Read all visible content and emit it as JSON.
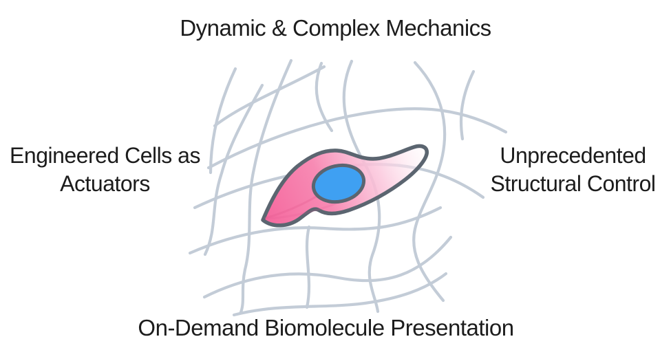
{
  "diagram": {
    "title_top": "Dynamic & Complex Mechanics",
    "label_left": {
      "line1": "Engineered Cells as",
      "line2": "Actuators"
    },
    "label_right": {
      "line1": "Unprecedented",
      "line2": "Structural Control"
    },
    "label_bottom": "On-Demand Biomolecule Presentation",
    "center_illustration": "pink fibroblast cell with blue nucleus embedded in a wavy extracellular-matrix fiber mesh"
  },
  "icons": {
    "mesh": "ecm-fiber-mesh-icon",
    "cell": "fibroblast-cell-icon",
    "nucleus": "cell-nucleus-icon"
  },
  "colors": {
    "text": "#1c1c1c",
    "mesh": "#c3ccd7",
    "cell_outline": "#5b6570",
    "cell_pink_deep": "#f56ba0",
    "cell_pink": "#f78bb4",
    "cell_pink_light": "#fbc8dd",
    "cell_white": "#ffffff",
    "nucleus_blue": "#3fa0f2",
    "crease": "#e0598f"
  }
}
